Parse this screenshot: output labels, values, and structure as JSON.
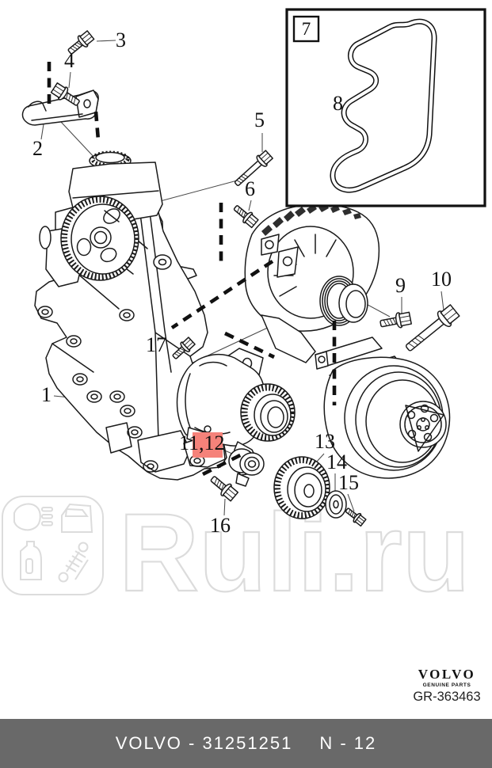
{
  "colors": {
    "line": "#1a1a1a",
    "highlight": "#f5827a",
    "watermark": "#dcdcdc",
    "footer_bar": "#696969",
    "footer_text": "#ffffff"
  },
  "inset": {
    "frame_label": "7",
    "belt_label": "8"
  },
  "part_labels": [
    {
      "id": "1",
      "text": "1"
    },
    {
      "id": "2",
      "text": "2"
    },
    {
      "id": "3",
      "text": "3"
    },
    {
      "id": "4",
      "text": "4"
    },
    {
      "id": "5",
      "text": "5"
    },
    {
      "id": "6",
      "text": "6"
    },
    {
      "id": "9",
      "text": "9"
    },
    {
      "id": "10",
      "text": "10"
    },
    {
      "id": "11,12",
      "text": "11,12",
      "highlighted": true
    },
    {
      "id": "13",
      "text": "13"
    },
    {
      "id": "14",
      "text": "14"
    },
    {
      "id": "15",
      "text": "15"
    },
    {
      "id": "16",
      "text": "16"
    },
    {
      "id": "17",
      "text": "17"
    }
  ],
  "watermark": {
    "text": "Ruli.ru"
  },
  "brand_stamp": {
    "brand": "VOLVO",
    "tagline": "GENUINE PARTS",
    "drawing_code": "GR-363463"
  },
  "footer": {
    "part_reference": "VOLVO - 31251251",
    "page_reference": "N - 12"
  }
}
